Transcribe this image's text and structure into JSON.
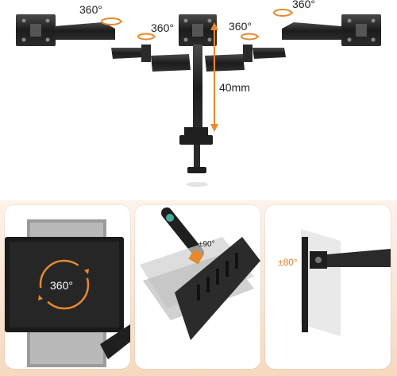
{
  "top_labels": {
    "rot_left_monitor": "360°",
    "rot_left_arm": "360°",
    "rot_right_arm": "360°",
    "rot_right_monitor": "360°",
    "height_adjust": "40mm"
  },
  "panels": {
    "rotate": {
      "label": "360°"
    },
    "tilt": {
      "label": "±90°"
    },
    "swivel": {
      "label": "±80°"
    }
  },
  "colors": {
    "accent_orange": "#e7892e",
    "bottom_bg": "#f6d9bf",
    "metal_dark": "#1f1f1f"
  }
}
